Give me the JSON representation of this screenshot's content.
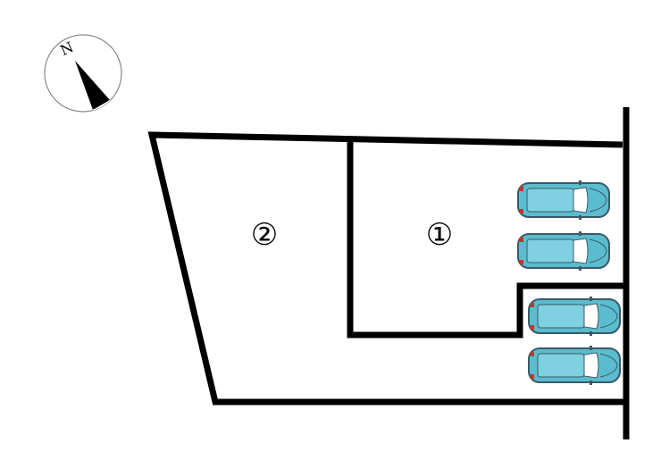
{
  "compass": {
    "label": "N",
    "icon": "north-arrow-icon"
  },
  "lots": [
    {
      "id": "lot-1",
      "label": "①"
    },
    {
      "id": "lot-2",
      "label": "②"
    }
  ],
  "parking": {
    "car_count": 4,
    "car_icon": "car-icon"
  },
  "colors": {
    "line": "#000000",
    "car_body": "#5bbccf",
    "car_outline": "#3a5a66",
    "taillight": "#d0302a"
  }
}
